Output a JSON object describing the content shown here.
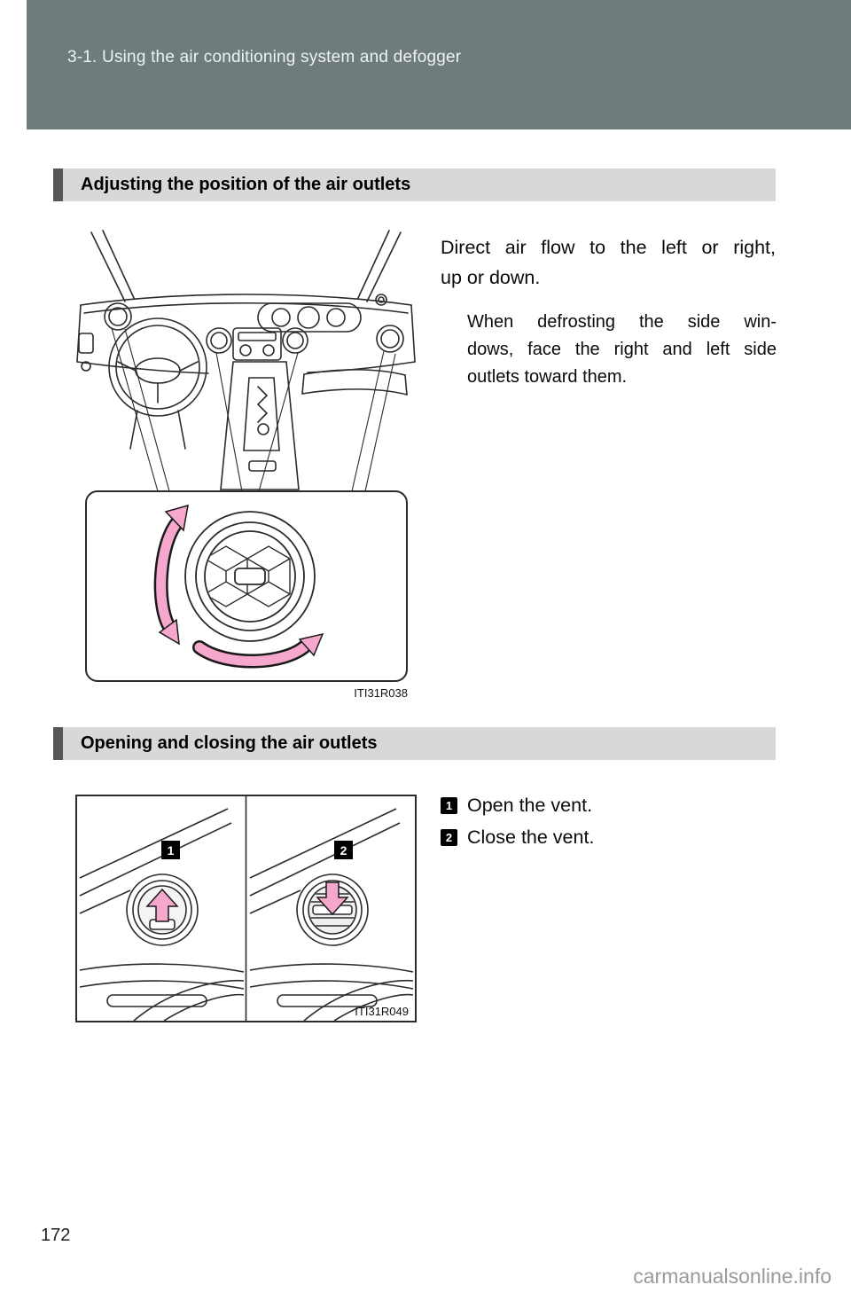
{
  "header": {
    "title": "3-1. Using the air conditioning system and defogger"
  },
  "section1": {
    "title": "Adjusting the position of the air outlets",
    "body_lines": [
      "Direct air flow to the left or right,",
      "up or down."
    ],
    "note_lines": [
      "When defrosting the side win-",
      "dows, face the right and left side",
      "outlets toward them."
    ],
    "figure_label": "ITI31R038"
  },
  "section2": {
    "title": "Opening and closing the air outlets",
    "items": [
      {
        "num": "1",
        "label": "Open the vent."
      },
      {
        "num": "2",
        "label": "Close the vent."
      }
    ],
    "figure_label": "ITI31R049"
  },
  "footer": {
    "page_number": "172",
    "watermark": "carmanualsonline.info"
  },
  "colors": {
    "header_band": "#6e7c7c",
    "section_bar": "#d8d8d8",
    "accent": "#55565a",
    "arrow_pink": "#f5a8cc"
  }
}
